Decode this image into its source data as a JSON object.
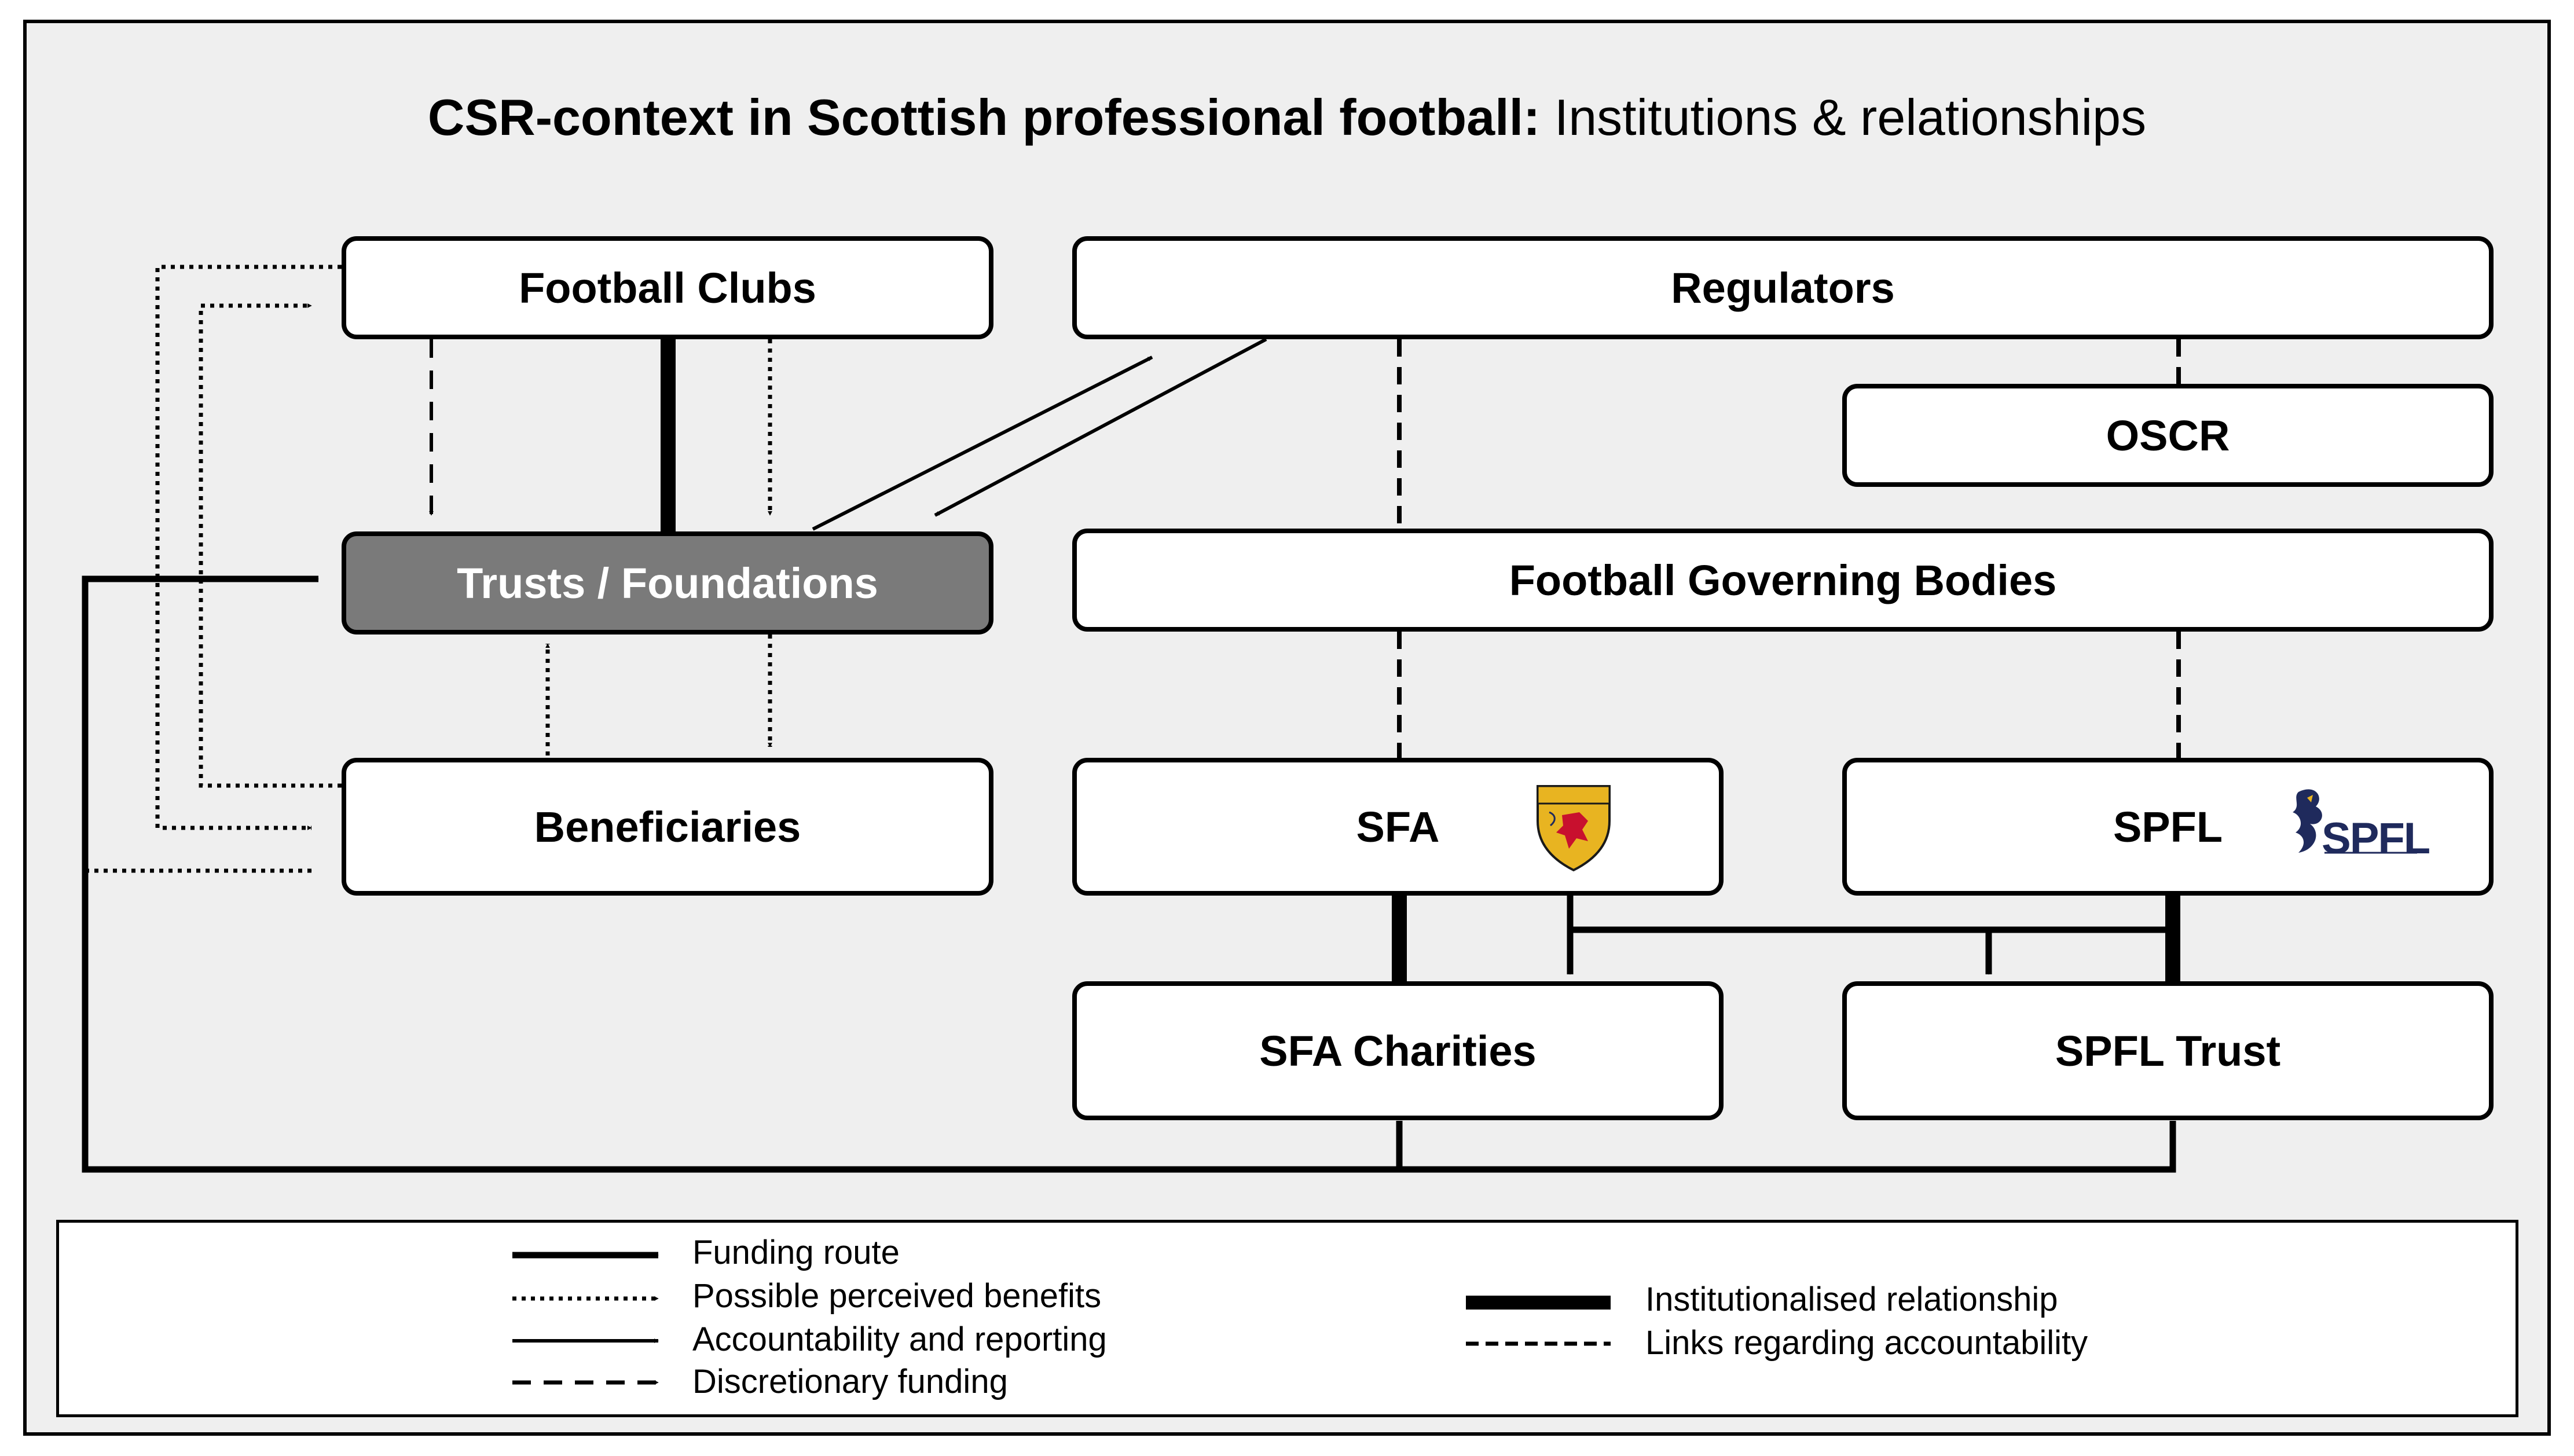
{
  "title": {
    "bold": "CSR-context in Scottish professional football:",
    "rest": " Institutions & relationships"
  },
  "nodes": {
    "football_clubs": "Football Clubs",
    "regulators": "Regulators",
    "oscr": "OSCR",
    "trusts": "Trusts / Foundations",
    "governing_bodies": "Football Governing Bodies",
    "beneficiaries": "Beneficiaries",
    "sfa": "SFA",
    "spfl": "SPFL",
    "sfa_charities": "SFA Charities",
    "spfl_trust": "SPFL Trust"
  },
  "logos": {
    "sfa_crest": "SCOTTISH FA",
    "spfl_mark": "SPFL"
  },
  "legend": {
    "funding_route": "Funding route",
    "perceived_benefits": "Possible perceived benefits",
    "accountability": "Accountability and reporting",
    "discretionary": "Discretionary funding",
    "institutionalised": "Institutionalised relationship",
    "links_accountability": "Links regarding accountability"
  },
  "colors": {
    "frame_bg": "#efefef",
    "trusts_fill": "#7a7a7a",
    "ink": "#000000",
    "sfa_crest_gold": "#e8b421",
    "sfa_crest_red": "#c8102e",
    "spfl_navy": "#1f2a5c"
  }
}
